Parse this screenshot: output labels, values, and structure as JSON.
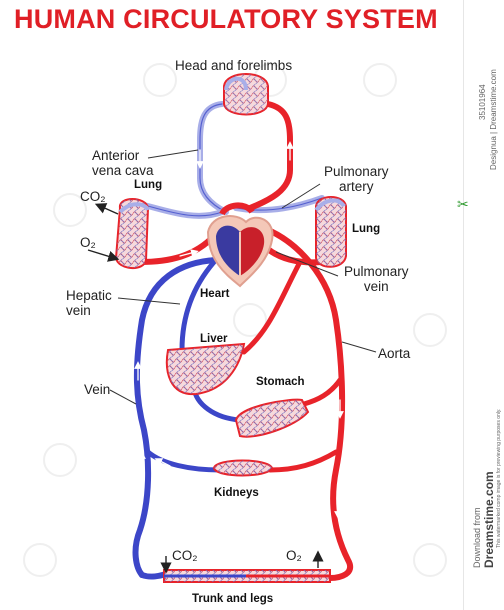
{
  "title": "HUMAN CIRCULATORY SYSTEM",
  "labels": {
    "head": "Head and forelimbs",
    "anterior_vena_cava": [
      "Anterior",
      "vena cava"
    ],
    "pulmonary_artery": [
      "Pulmonary",
      "artery"
    ],
    "lung_left": "Lung",
    "lung_right": "Lung",
    "co2_top": "CO₂",
    "o2_top": "O₂",
    "pulmonary_vein": [
      "Pulmonary",
      "vein"
    ],
    "heart": "Heart",
    "hepatic_vein": [
      "Hepatic",
      "vein"
    ],
    "liver": "Liver",
    "aorta": "Aorta",
    "stomach": "Stomach",
    "vein": "Vein",
    "kidneys": "Kidneys",
    "co2_bottom": "CO₂",
    "o2_bottom": "O₂",
    "trunk": "Trunk and legs"
  },
  "sidebar": {
    "id": "35101964",
    "credit": "Designua | Dreamstime.com",
    "download": "Download from",
    "site": "Dreamstime.com",
    "notice": "This watermarked comp image is for previewing purposes only."
  },
  "colors": {
    "title": "#e01f26",
    "artery": "#e8232a",
    "vein": "#3c46c8",
    "vein_light": "#a8aee8",
    "tissue_fill": "#f6d9dc"
  }
}
